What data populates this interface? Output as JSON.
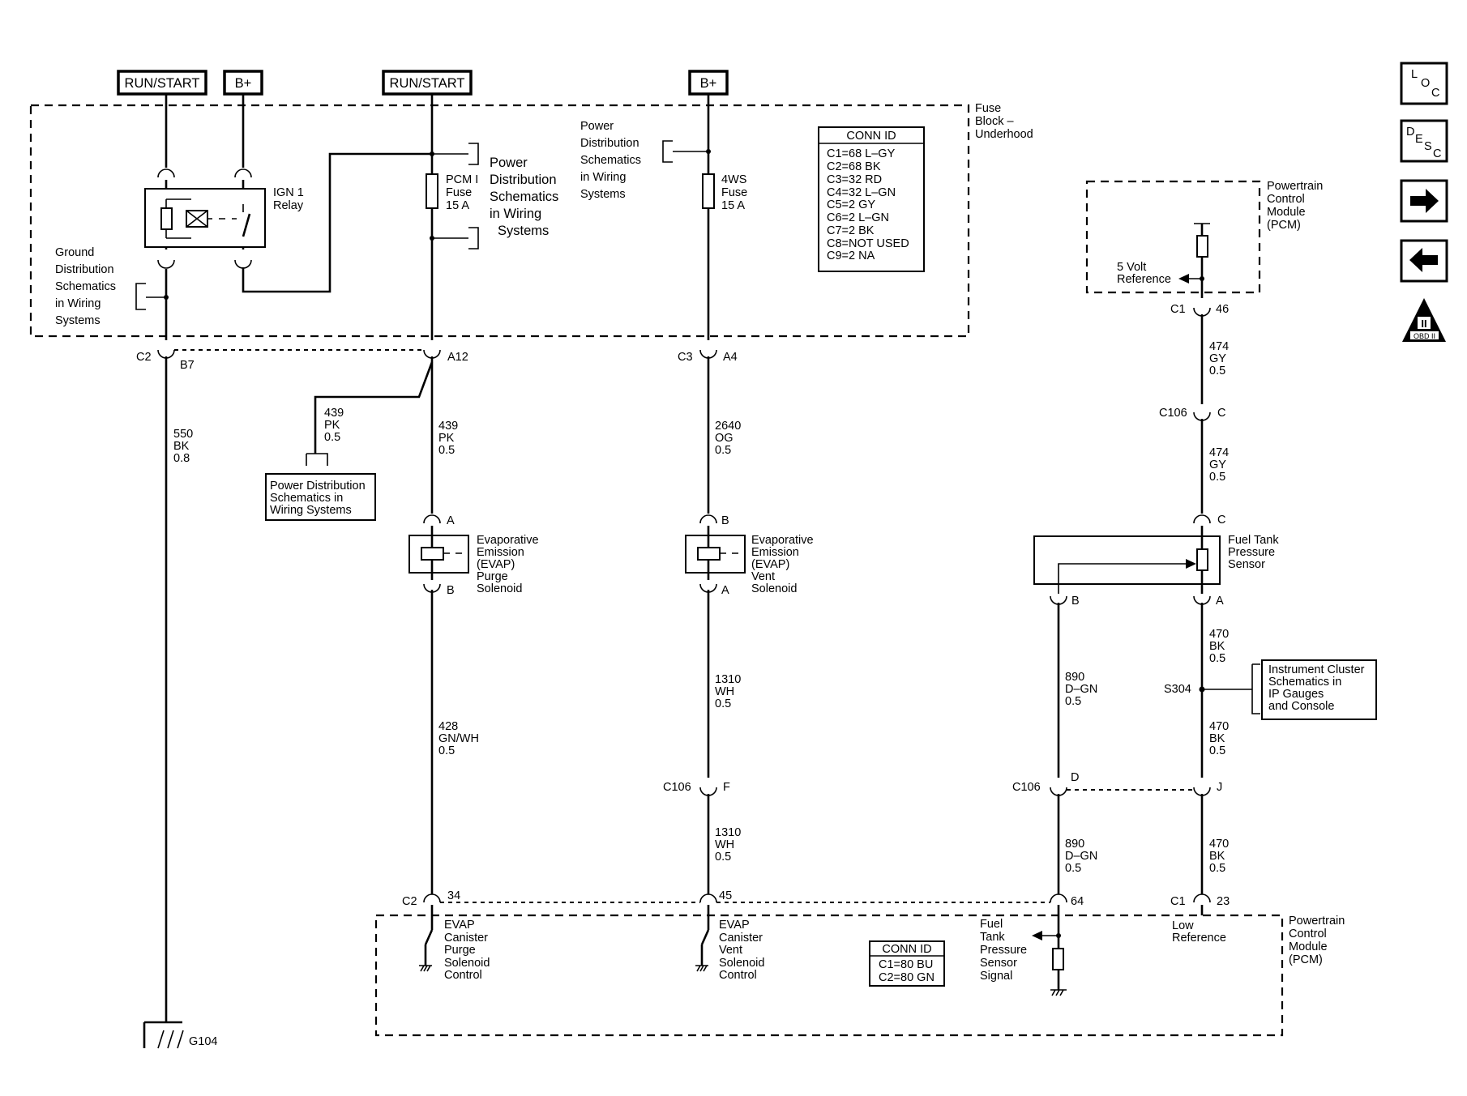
{
  "power_sources": {
    "run_start_1": "RUN/START",
    "bplus_1": "B+",
    "run_start_2": "RUN/START",
    "bplus_2": "B+"
  },
  "fuse_block": {
    "label": [
      "Fuse",
      "Block –",
      "Underhood"
    ],
    "relay": [
      "IGN 1",
      "Relay"
    ],
    "pcm_fuse": [
      "PCM I",
      "Fuse",
      "15 A"
    ],
    "ws_fuse": [
      "4WS",
      "Fuse",
      "15 A"
    ],
    "ground_ref": [
      "Ground",
      "Distribution",
      "Schematics",
      "in Wiring",
      "Systems"
    ],
    "power_ref_1": [
      "Power",
      "Distribution",
      "Schematics",
      "in Wiring",
      "Systems"
    ],
    "power_ref_2": [
      "Power",
      "Distribution",
      "Schematics",
      "in Wiring",
      "Systems"
    ],
    "conn_id": {
      "title": "CONN ID",
      "rows": [
        "C1=68 L–GY",
        "C2=68 BK",
        "C3=32 RD",
        "C4=32 L–GN",
        "C5=2 GY",
        "C6=2 L–GN",
        "C7=2 BK",
        "C8=NOT USED",
        "C9=2 NA"
      ]
    }
  },
  "connectors": {
    "c2": "C2",
    "b7": "B7",
    "a12": "A12",
    "c3": "C3",
    "a4": "A4",
    "c1_top": "C1",
    "pin46": "46",
    "c106_a": "C106",
    "pin_c_a": "C",
    "pin_c_b": "C",
    "pin_a_sensor": "A",
    "pin_b_sensor": "B",
    "pin_a_purge": "A",
    "pin_b_purge": "B",
    "pin_b_vent": "B",
    "pin_a_vent": "A",
    "c106_vent": "C106",
    "pin_f": "F",
    "c106_d": "C106",
    "pin_d": "D",
    "pin_j": "J",
    "s304": "S304",
    "c2_bottom": "C2",
    "pin34": "34",
    "pin45": "45",
    "pin64": "64",
    "c1_bottom": "C1",
    "pin23": "23",
    "g104": "G104"
  },
  "wires": {
    "w550": [
      "550",
      "BK",
      "0.8"
    ],
    "w439_side": [
      "439",
      "PK",
      "0.5"
    ],
    "w439": [
      "439",
      "PK",
      "0.5"
    ],
    "w2640": [
      "2640",
      "OG",
      "0.5"
    ],
    "w428": [
      "428",
      "GN/WH",
      "0.5"
    ],
    "w1310_a": [
      "1310",
      "WH",
      "0.5"
    ],
    "w1310_b": [
      "1310",
      "WH",
      "0.5"
    ],
    "w474_a": [
      "474",
      "GY",
      "0.5"
    ],
    "w474_b": [
      "474",
      "GY",
      "0.5"
    ],
    "w890_a": [
      "890",
      "D–GN",
      "0.5"
    ],
    "w890_b": [
      "890",
      "D–GN",
      "0.5"
    ],
    "w470_a": [
      "470",
      "BK",
      "0.5"
    ],
    "w470_b": [
      "470",
      "BK",
      "0.5"
    ],
    "w470_c": [
      "470",
      "BK",
      "0.5"
    ]
  },
  "components": {
    "power_dist_box": [
      "Power Distribution",
      "Schematics in",
      "Wiring Systems"
    ],
    "purge_solenoid": [
      "Evaporative",
      "Emission",
      "(EVAP)",
      "Purge",
      "Solenoid"
    ],
    "vent_solenoid": [
      "Evaporative",
      "Emission",
      "(EVAP)",
      "Vent",
      "Solenoid"
    ],
    "fuel_tank_sensor": [
      "Fuel Tank",
      "Pressure",
      "Sensor"
    ],
    "pcm_top": [
      "Powertrain",
      "Control",
      "Module",
      "(PCM)"
    ],
    "five_volt_ref": [
      "5 Volt",
      "Reference"
    ],
    "instrument_cluster": [
      "Instrument Cluster",
      "Schematics in",
      "IP Gauges",
      "and Console"
    ]
  },
  "pcm_bottom": {
    "label": [
      "Powertrain",
      "Control",
      "Module",
      "(PCM)"
    ],
    "purge_control": [
      "EVAP",
      "Canister",
      "Purge",
      "Solenoid",
      "Control"
    ],
    "vent_control": [
      "EVAP",
      "Canister",
      "Vent",
      "Solenoid",
      "Control"
    ],
    "fuel_signal": [
      "Fuel",
      "Tank",
      "Pressure",
      "Sensor",
      "Signal"
    ],
    "low_ref": [
      "Low",
      "Reference"
    ],
    "conn_id": {
      "title": "CONN ID",
      "rows": [
        "C1=80 BU",
        "C2=80 GN"
      ]
    }
  },
  "nav": {
    "loc_icon": "LOC",
    "desc_icon": "DESC",
    "next_icon": "next-arrow",
    "prev_icon": "previous-arrow",
    "obd": {
      "roman": "II",
      "label": "OBD II"
    }
  }
}
